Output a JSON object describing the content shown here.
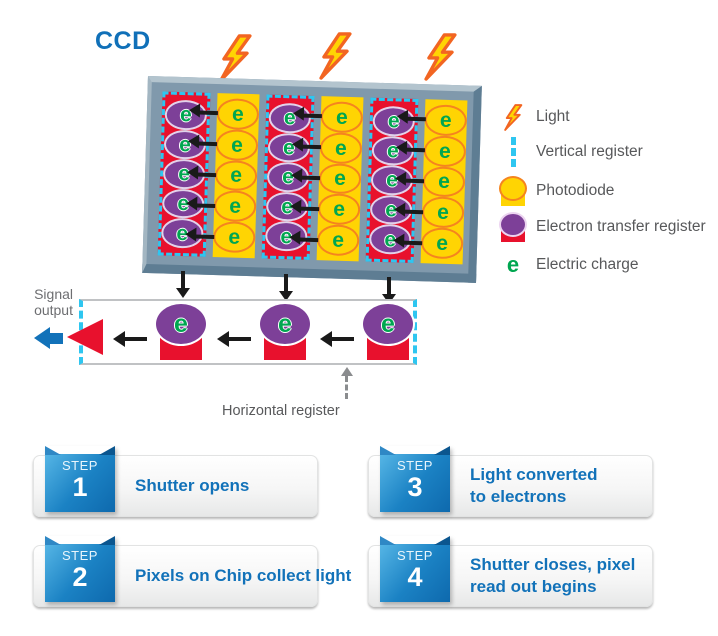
{
  "title": "CCD",
  "chip": {
    "light_bolt_count": 3,
    "column_pairs": 3,
    "rows_per_column": 5,
    "charge_symbol": "e"
  },
  "legend": {
    "items": [
      {
        "icon": "light-bolt-icon",
        "label": "Light"
      },
      {
        "icon": "vertical-register-icon",
        "label": "Vertical register"
      },
      {
        "icon": "photodiode-icon",
        "label": "Photodiode"
      },
      {
        "icon": "electron-transfer-register-icon",
        "label": "Electron transfer register"
      },
      {
        "icon": "electric-charge-icon",
        "label": "Electric charge"
      }
    ]
  },
  "readout": {
    "signal_output_label": "Signal output",
    "horizontal_register_label": "Horizontal register",
    "register_element_count": 3
  },
  "steps": [
    {
      "label": "STEP",
      "number": "1",
      "text": "Shutter opens"
    },
    {
      "label": "STEP",
      "number": "2",
      "text": "Pixels on Chip collect light"
    },
    {
      "label": "STEP",
      "number": "3",
      "text": "Light converted to electrons"
    },
    {
      "label": "STEP",
      "number": "4",
      "text": "Shutter closes, pixel read out begins"
    }
  ],
  "colors": {
    "accent_blue": "#1272b9",
    "chip_face": "#8099ac",
    "register_red": "#e8112d",
    "photodiode_yellow": "#ffd403",
    "charge_green": "#00a650",
    "electron_purple": "#7d4098",
    "dashed_cyan": "#2ec6f0",
    "bolt_orange": "#f26522",
    "label_gray": "#6d6e71"
  }
}
